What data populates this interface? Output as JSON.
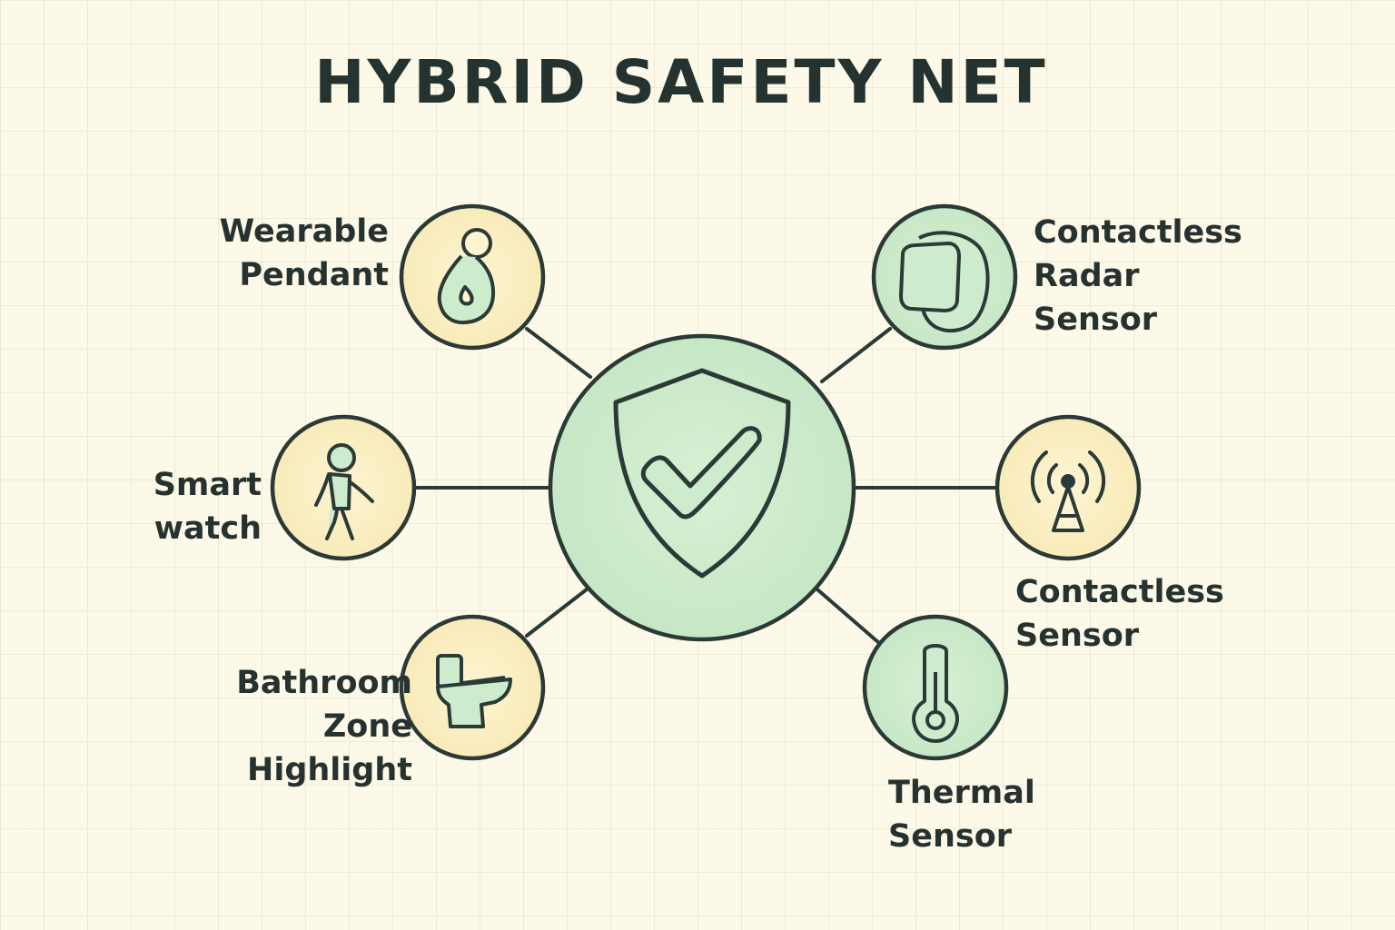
{
  "title": "HYBRID SAFETY NET",
  "colors": {
    "background": "#fcf9e8",
    "outline": "#2b3a36",
    "green_fill": "#cdeccd",
    "yellow_fill": "#fbefc4",
    "text": "#263230"
  },
  "center": {
    "icon": "shield-check-icon"
  },
  "nodes": [
    {
      "id": "wearable-pendant",
      "icon": "pendant-icon",
      "label_lines": [
        "Wearable",
        "Pendant"
      ]
    },
    {
      "id": "smart-watch",
      "icon": "walking-person-icon",
      "label_lines": [
        "Smart",
        "watch"
      ]
    },
    {
      "id": "bathroom-zone-highlight",
      "icon": "toilet-icon",
      "label_lines": [
        "Bathroom",
        "Zone",
        "Highlight"
      ]
    },
    {
      "id": "contactless-radar-sensor",
      "icon": "wristband-icon",
      "label_lines": [
        "Contactless",
        "Radar",
        "Sensor"
      ]
    },
    {
      "id": "contactless-sensor",
      "icon": "antenna-icon",
      "label_lines": [
        "Contactless",
        "Sensor"
      ]
    },
    {
      "id": "thermal-sensor",
      "icon": "thermometer-icon",
      "label_lines": [
        "Thermal",
        "Sensor"
      ]
    }
  ]
}
